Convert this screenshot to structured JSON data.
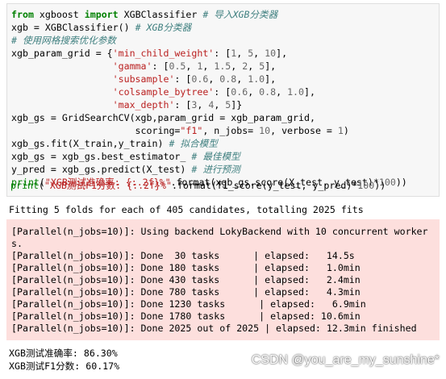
{
  "code_cell": {
    "lines": [
      {
        "kw1": "from",
        "t1": " xgboost ",
        "kw2": "import",
        "t2": " XGBClassifier ",
        "cm": "# 导入XGB分类器"
      },
      {
        "t1": "xgb = XGBClassifier() ",
        "cm": "# XGB分类器"
      },
      {
        "cm": "# 使用网格搜索优化参数"
      },
      {
        "t1": "xgb_param_grid = {",
        "s1": "'min_child_weight'",
        "t2": ": [",
        "n1": "1",
        "t3": ", ",
        "n2": "5",
        "t4": ", ",
        "n3": "10",
        "t5": "],"
      },
      {
        "t1": "                  ",
        "s1": "'gamma'",
        "t2": ": [",
        "n1": "0.5",
        "t3": ", ",
        "n2": "1",
        "t4": ", ",
        "n3": "1.5",
        "t5": ", ",
        "n4": "2",
        "t6": ", ",
        "n5": "5",
        "t7": "],"
      },
      {
        "t1": "                  ",
        "s1": "'subsample'",
        "t2": ": [",
        "n1": "0.6",
        "t3": ", ",
        "n2": "0.8",
        "t4": ", ",
        "n3": "1.0",
        "t5": "],"
      },
      {
        "t1": "                  ",
        "s1": "'colsample_bytree'",
        "t2": ": [",
        "n1": "0.6",
        "t3": ", ",
        "n2": "0.8",
        "t4": ", ",
        "n3": "1.0",
        "t5": "],"
      },
      {
        "t1": "                  ",
        "s1": "'max_depth'",
        "t2": ": [",
        "n1": "3",
        "t3": ", ",
        "n2": "4",
        "t4": ", ",
        "n3": "5",
        "t5": "]}"
      },
      {
        "t1": "xgb_gs = GridSearchCV(xgb,param_grid = xgb_param_grid,"
      },
      {
        "t1": "                      scoring=",
        "s1": "\"f1\"",
        "t2": ", n_jobs= ",
        "n1": "10",
        "t3": ", verbose = ",
        "n2": "1",
        "t4": ")"
      },
      {
        "t1": "xgb_gs.fit(X_train,y_train) ",
        "cm": "# 拟合模型"
      },
      {
        "t1": "xgb_gs = xgb_gs.best_estimator_ ",
        "cm": "# 最佳模型"
      },
      {
        "t1": "y_pred = xgb_gs.predict(X_test) ",
        "cm": "# 进行预测"
      },
      {
        "b1": "print",
        "t1": "(",
        "s1": "\"XGB测试准确率: {:.2f}%\"",
        "t2": ".format(xgb_gs.score(X_test, y_test)*",
        "n1": "100",
        "t3": "))"
      },
      {
        "b1": "print",
        "t1": "(",
        "s1": "\"XGB测试F1分数: {:.2f}%\"",
        "t2": ".format(f1_score(y_test, y_pred)*",
        "n1": "100",
        "t3": "))"
      }
    ]
  },
  "stdout_top": "Fitting 5 folds for each of 405 candidates, totalling 2025 fits",
  "stderr_lines": [
    "[Parallel(n_jobs=10)]: Using backend LokyBackend with 10 concurrent worker",
    "s.",
    "[Parallel(n_jobs=10)]: Done  30 tasks      | elapsed:   14.5s",
    "[Parallel(n_jobs=10)]: Done 180 tasks      | elapsed:   1.0min",
    "[Parallel(n_jobs=10)]: Done 430 tasks      | elapsed:   2.4min",
    "[Parallel(n_jobs=10)]: Done 780 tasks      | elapsed:   4.3min",
    "[Parallel(n_jobs=10)]: Done 1230 tasks      | elapsed:   6.9min",
    "[Parallel(n_jobs=10)]: Done 1780 tasks      | elapsed: 10.6min",
    "[Parallel(n_jobs=10)]: Done 2025 out of 2025 | elapsed: 12.3min finished"
  ],
  "stdout_bottom": [
    "XGB测试准确率: 86.30%",
    "XGB测试F1分数: 60.17%"
  ],
  "watermark": "CSDN @you_are_my_sunshine*"
}
